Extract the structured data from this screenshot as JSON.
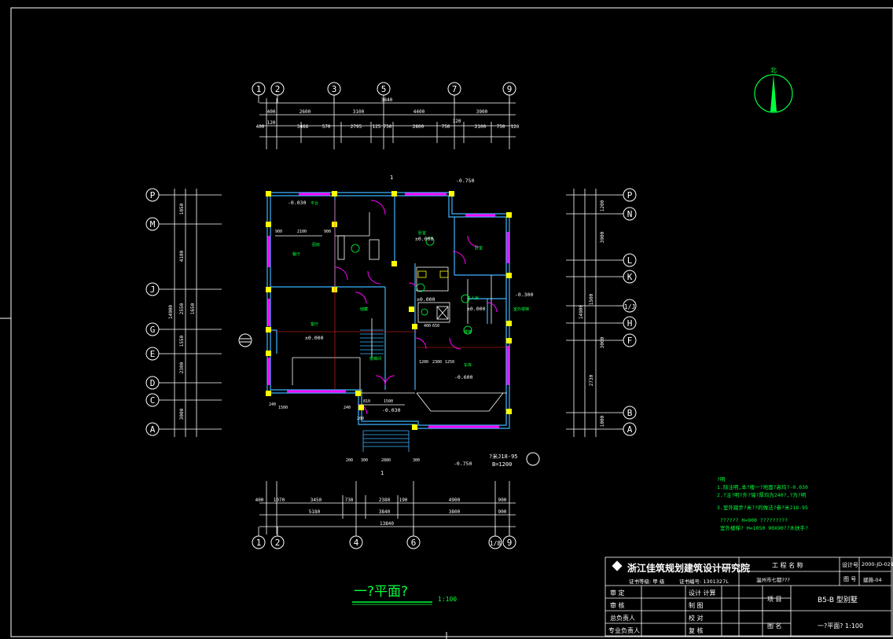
{
  "drawing": {
    "title": "一?平面?",
    "scale": "1:100",
    "north_label": "北"
  },
  "grid_top": [
    "1",
    "2",
    "3",
    "5",
    "7",
    "9"
  ],
  "grid_bottom": [
    "1",
    "2",
    "4",
    "6",
    "1/8",
    "9"
  ],
  "grid_left": [
    "P",
    "M",
    "J",
    "G",
    "E",
    "D",
    "C",
    "A"
  ],
  "grid_right": [
    "P",
    "N",
    "L",
    "K",
    "1/J",
    "H",
    "F",
    "B",
    "A"
  ],
  "dims_top": {
    "overall": "3840",
    "row2": [
      "400",
      "2600",
      "3100",
      "4400",
      "3900"
    ],
    "row3": [
      "400",
      "120",
      "3466",
      "570",
      "2795",
      "125",
      "750",
      "2800",
      "750",
      "120",
      "2100",
      "750",
      "120"
    ]
  },
  "dims_bottom": {
    "overall": "13840",
    "row1": [
      "400",
      "1070",
      "3450",
      "730",
      "2380",
      "190",
      "4900",
      "900"
    ],
    "row2": [
      "5180",
      "3840",
      "3800",
      "900"
    ]
  },
  "dims_left": [
    "1050",
    "4100",
    "1650",
    "2550",
    "1550",
    "2300",
    "3000",
    "14900"
  ],
  "dims_right": [
    "1200",
    "3900",
    "1500",
    "3000",
    "2730",
    "1000",
    "14900"
  ],
  "levels": [
    "-0.030",
    "-0.750",
    "±0.000",
    "±0.000",
    "±0.000",
    "-0.300",
    "±0.000",
    "-0.600",
    "-0.030",
    "-0.750"
  ],
  "section_marks": [
    "1",
    "1"
  ],
  "stair_note": [
    "?米J18-95",
    "B=1200"
  ],
  "notes": [
    "?明",
    "1.除注明,本?楼一?地面?高均?-0.030",
    "2.?注?明?外?墙?厚均为240?,?为?明",
    "3.室外踏步?米??的做法?参?米J18-95",
    "?????? H=900  ?????????",
    "室外楼梯? H=1050  90X90??木扶手?"
  ],
  "title_block": {
    "company": "浙江佳筑规划建筑设计研究院",
    "cert_grade": "证书等级: 甲 级",
    "cert_no": "证书编号: 1301327L",
    "project_name_label": "工  程  名  称",
    "project_name": "温州市七都???",
    "design_no_label": "设计号",
    "design_no": "2000-JD-021",
    "drawing_no_label": "图  号",
    "drawing_no": "建施-04",
    "rows": [
      [
        "审  定",
        "",
        "设计 计算",
        ""
      ],
      [
        "审  核",
        "",
        "制  图",
        ""
      ],
      [
        "总负责人",
        "",
        "校  对",
        ""
      ],
      [
        "专业负责人",
        "",
        "复  核",
        ""
      ]
    ],
    "project_label": "项  目",
    "project_value": "B5-B 型别墅",
    "figure_label": "图  名",
    "figure_value": "一?平面?  1:100"
  },
  "colors": {
    "background": "#000000",
    "line": "#ffffff",
    "wall": "#3cb4ff",
    "column": "#ffff00",
    "window": "#ff00ff",
    "text_green": "#00ff3c",
    "axis_red": "#ff2020"
  }
}
